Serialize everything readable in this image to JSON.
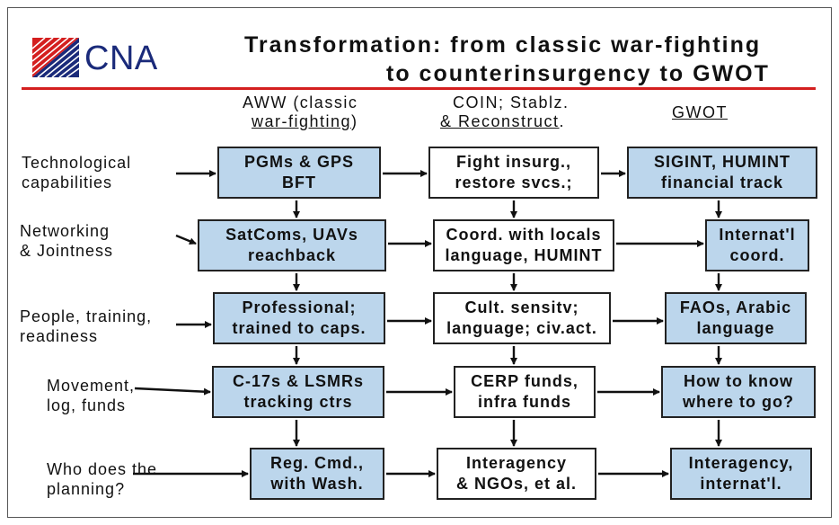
{
  "header": {
    "logo_text": "CNA",
    "title_line1": "Transformation: from classic war-fighting",
    "title_line2": "to counterinsurgency to GWOT"
  },
  "columns": {
    "aww_line1": "AWW (classic",
    "aww_line2": "war-fighting",
    "aww_paren": ")",
    "coin_line1": "COIN; Stablz.",
    "coin_line2": "& Reconstruct",
    "coin_dot": ".",
    "gwot": "GWOT"
  },
  "rows": [
    {
      "label": [
        "Technological",
        "capabilities"
      ],
      "aww": [
        "PGMs & GPS",
        "BFT"
      ],
      "coin": [
        "Fight insurg.,",
        "restore svcs.;"
      ],
      "gwot": [
        "SIGINT, HUMINT",
        "financial track"
      ]
    },
    {
      "label": [
        "Networking",
        "& Jointness"
      ],
      "aww": [
        "SatComs, UAVs",
        "reachback"
      ],
      "coin": [
        "Coord. with locals",
        "language, HUMINT"
      ],
      "gwot": [
        "Internat'l",
        "coord."
      ]
    },
    {
      "label": [
        "People, training,",
        "readiness"
      ],
      "aww": [
        "Professional;",
        "trained to caps."
      ],
      "coin": [
        "Cult. sensitv;",
        "language; civ.act."
      ],
      "gwot": [
        "FAOs, Arabic",
        "language"
      ]
    },
    {
      "label": [
        "Movement,",
        "log, funds"
      ],
      "aww": [
        "C-17s & LSMRs",
        "tracking ctrs"
      ],
      "coin": [
        "CERP funds,",
        "infra funds"
      ],
      "gwot": [
        "How to know",
        "where to go?"
      ]
    },
    {
      "label": [
        "Who does the",
        "planning?"
      ],
      "aww": [
        "Reg. Cmd.,",
        "with Wash."
      ],
      "coin": [
        "Interagency",
        "& NGOs, et al."
      ],
      "gwot": [
        "Interagency,",
        "internat'l."
      ]
    }
  ],
  "colors": {
    "blue_box": "#bcd6ec",
    "white_box": "#ffffff",
    "title_rule": "#d41f1f",
    "logo_blue": "#1a2a7a",
    "logo_red": "#d41f1f"
  }
}
